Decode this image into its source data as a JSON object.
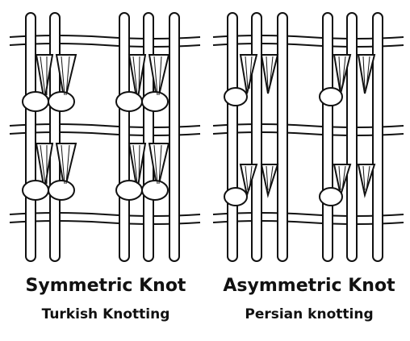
{
  "figure": {
    "left": {
      "title": "Symmetric Knot",
      "subtitle": "Turkish Knotting"
    },
    "right": {
      "title": "Asymmetric Knot",
      "subtitle": "Persian knotting"
    }
  },
  "colors": {
    "ink": "#111111",
    "paper": "#ffffff"
  }
}
